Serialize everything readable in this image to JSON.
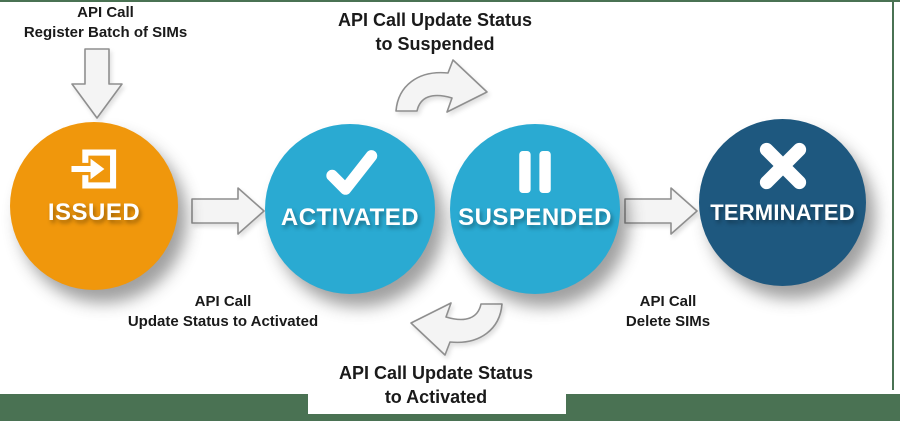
{
  "nodes": [
    {
      "label": "ISSUED",
      "icon": "sign-in-icon",
      "color": "#F0970C"
    },
    {
      "label": "ACTIVATED",
      "icon": "check-icon",
      "color": "#2AAAD2"
    },
    {
      "label": "SUSPENDED",
      "icon": "pause-icon",
      "color": "#2AAAD2"
    },
    {
      "label": "TERMINATED",
      "icon": "x-icon",
      "color": "#1E587F"
    }
  ],
  "labels": {
    "register": {
      "line1": "API Call",
      "line2": "Register Batch of SIMs"
    },
    "to_suspended": {
      "line1": "API Call Update Status",
      "line2": "to Suspended"
    },
    "update_to_activated": {
      "line1": "API Call",
      "line2": "Update Status to Activated"
    },
    "to_activated": {
      "line1": "API Call Update Status",
      "line2": "to Activated"
    },
    "delete": {
      "line1": "API Call",
      "line2": "Delete SIMs"
    }
  },
  "colors": {
    "orange": "#F0970C",
    "light_blue": "#2AAAD2",
    "dark_blue": "#1E587F",
    "frame_green": "#4A7253",
    "arrow_fill": "#F4F4F4",
    "arrow_stroke": "#8F8F8F",
    "icon_white": "#FFFFFF",
    "text": "#1A1A1A"
  }
}
